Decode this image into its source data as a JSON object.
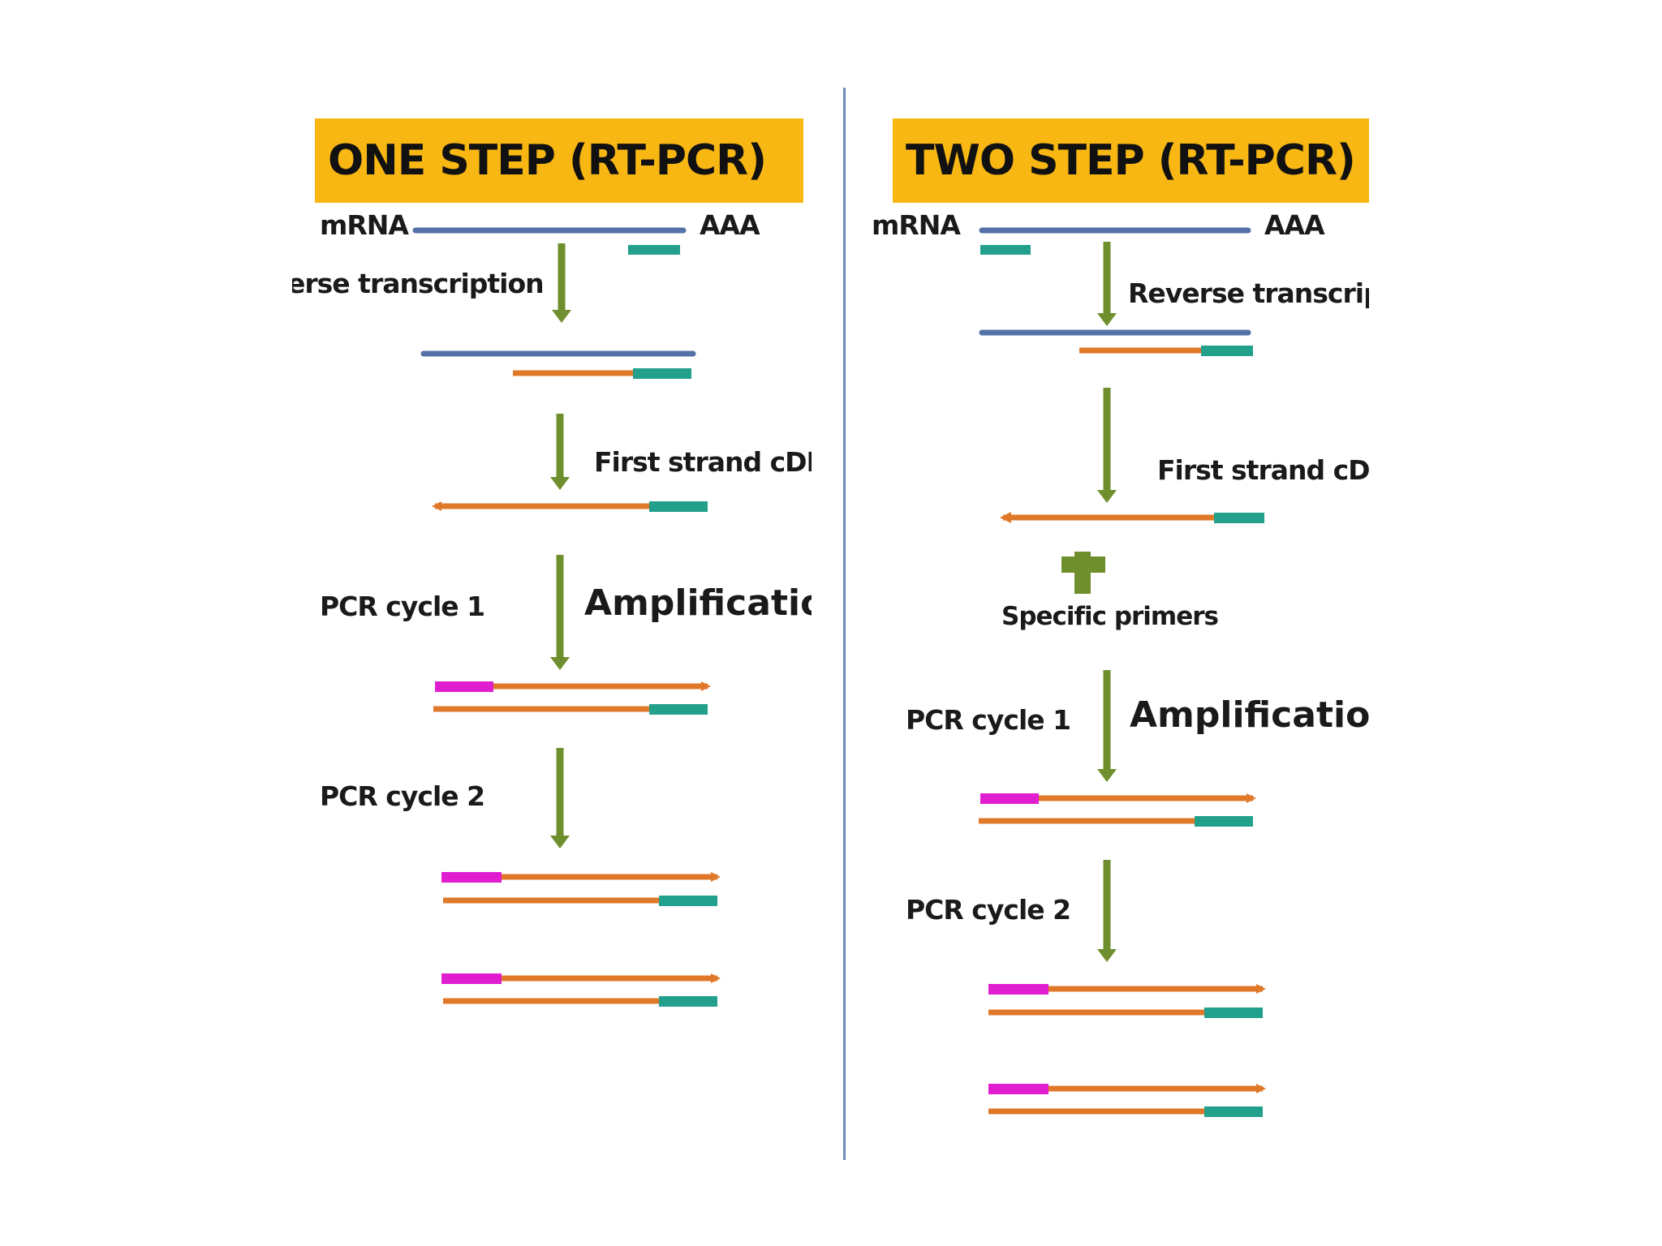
{
  "one_step": {
    "title": "ONE STEP (RT-PCR)",
    "mrna_label": "mRNA",
    "polya_label": "AAA",
    "rt_label": "erse transcription",
    "first_strand_label": "First strand cDNA",
    "pcr1_label": "PCR cycle  1",
    "amplification_label": "Amplification",
    "pcr2_label": "PCR cycle  2"
  },
  "two_step": {
    "title": "TWO STEP (RT-PCR)",
    "mrna_label": "mRNA",
    "polya_label": "AAA",
    "rt_label": "Reverse transcrip",
    "first_strand_label": "First strand cDN/",
    "plus_symbol": "+",
    "primers_label": "Specific primers",
    "pcr1_label": "PCR cycle  1",
    "amplification_label": "Amplification",
    "pcr2_label": "PCR cycle  2"
  },
  "colors": {
    "banner": "#f8b713",
    "mrna_strand": "#5472a8",
    "cdna_strand": "#e0782a",
    "primer_rt": "#23a08c",
    "primer_specific": "#e01ed0",
    "arrow": "#6f8f2e",
    "divider": "#6b8fb5"
  }
}
